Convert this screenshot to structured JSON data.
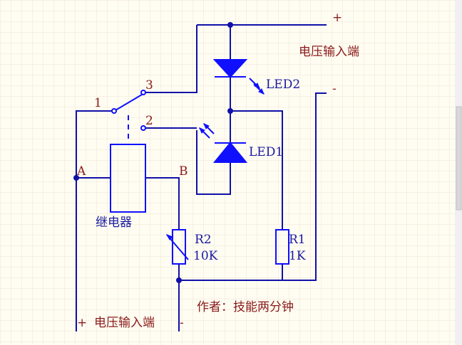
{
  "labels": {
    "plus_top": "+",
    "minus_top": "-",
    "input_top": "电压输入端",
    "led2": "LED2",
    "led1": "LED1",
    "pin1": "1",
    "pin2": "2",
    "pin3": "3",
    "node_a": "A",
    "node_b": "B",
    "relay": "继电器",
    "r2_name": "R2",
    "r2_value": "10K",
    "r1_name": "R1",
    "r1_value": "1K",
    "author": "作者：技能两分钟",
    "plus_bottom": "+",
    "input_bottom": "电压输入端",
    "minus_bottom": "-"
  },
  "colors": {
    "background": "#fffdf2",
    "grid": "#ece4d4",
    "wire": "#1010a8",
    "component": "#1010ff",
    "label_red": "#8a1a1a",
    "label_blue": "#1a1aa0"
  }
}
